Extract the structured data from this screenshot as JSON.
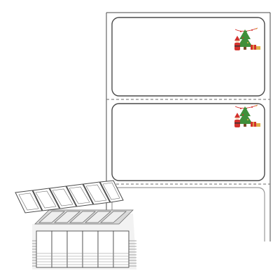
{
  "product": {
    "labels": [
      {
        "art": "santa-christmas-tree-art"
      },
      {
        "art": "santa-christmas-tree-art"
      }
    ],
    "stack_preview": "fanfold-label-stack",
    "colors": {
      "outline": "#4a4a4a",
      "liner": "#ffffff",
      "perforation": "#6b6b6b",
      "stack_shade": "#d9d9d9",
      "santa_red": "#d3322e",
      "tree_green": "#3f8f3a",
      "gift_gold": "#e0b14a"
    }
  }
}
